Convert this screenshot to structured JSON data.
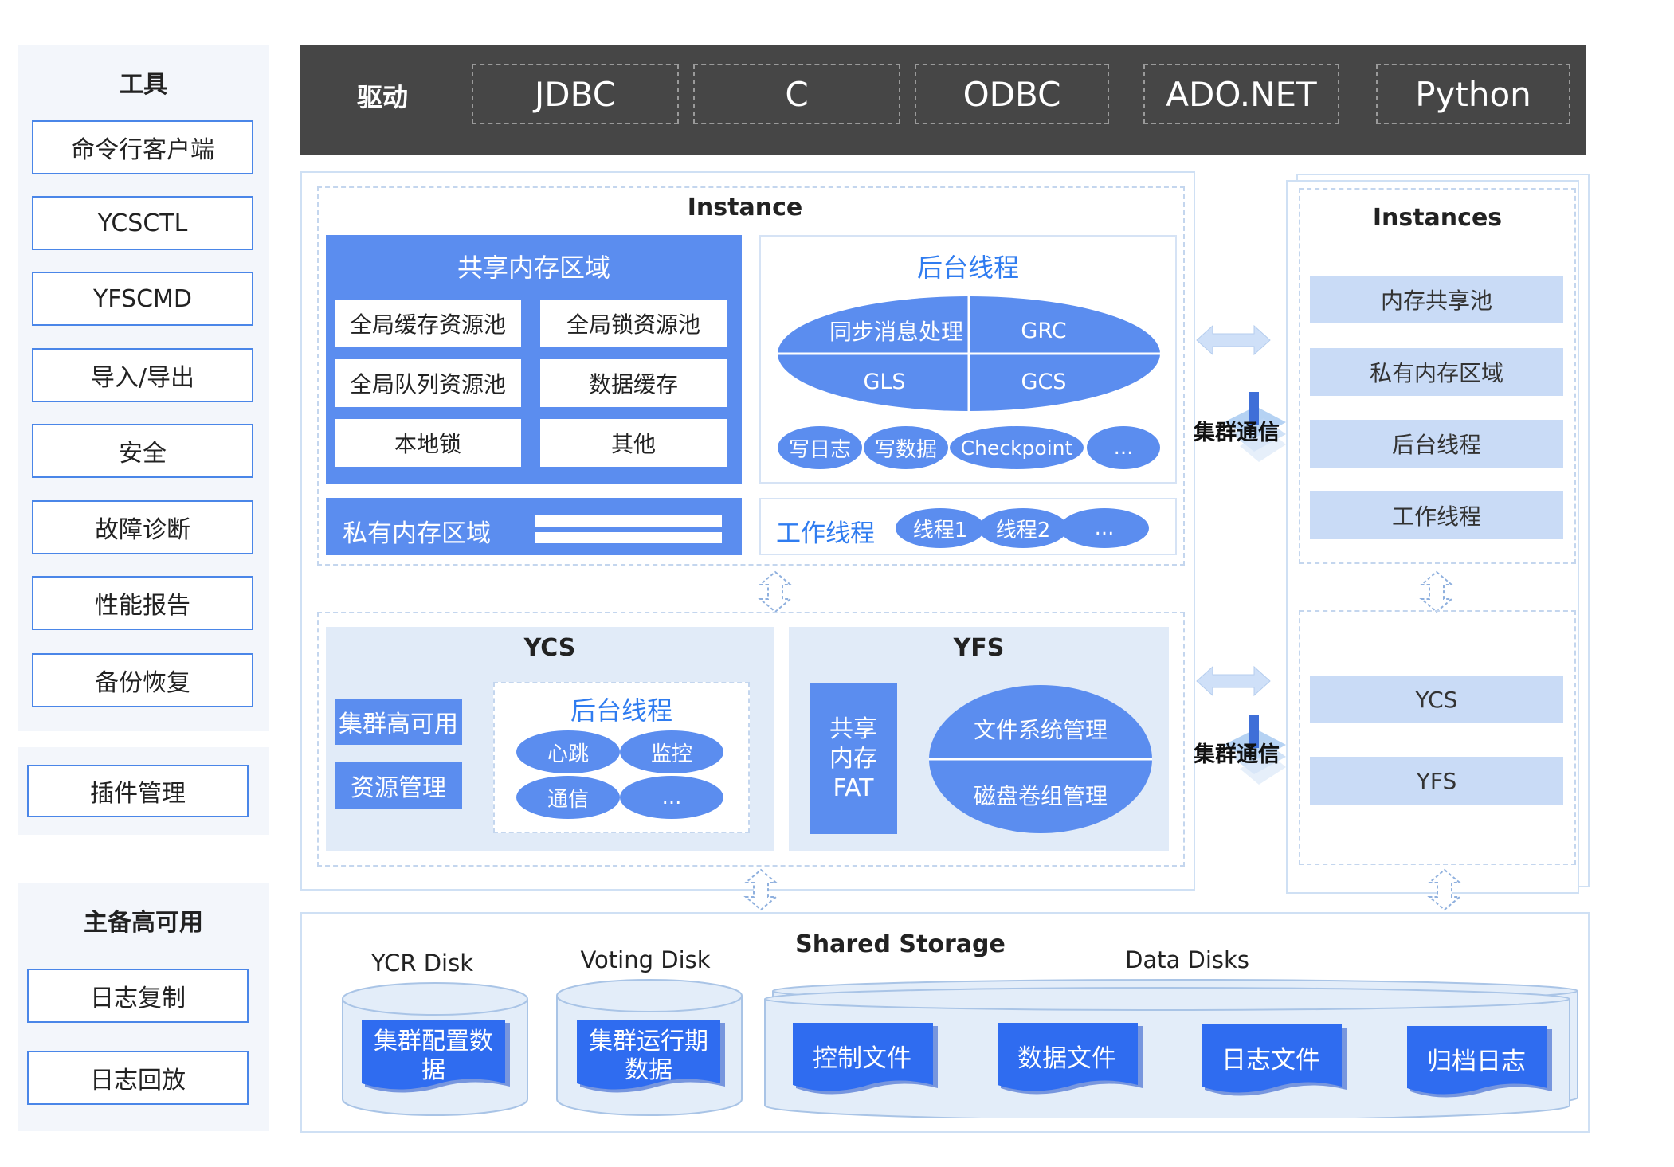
{
  "tools": {
    "title": "工具",
    "items": [
      "命令行客户端",
      "YCSCTL",
      "YFSCMD",
      "导入/导出",
      "安全",
      "故障诊断",
      "性能报告",
      "备份恢复"
    ]
  },
  "plugins": {
    "label": "插件管理"
  },
  "ha": {
    "title": "主备高可用",
    "items": [
      "日志复制",
      "日志回放"
    ]
  },
  "drivers": {
    "title": "驱动",
    "items": [
      "JDBC",
      "C",
      "ODBC",
      "ADO.NET",
      "Python"
    ]
  },
  "instance": {
    "title": "Instance",
    "shared_memory": {
      "title": "共享内存区域",
      "items": [
        "全局缓存资源池",
        "全局锁资源池",
        "全局队列资源池",
        "数据缓存",
        "本地锁",
        "其他"
      ]
    },
    "private_memory": {
      "title": "私有内存区域"
    },
    "background": {
      "title": "后台线程",
      "quadrants": [
        "同步消息处理",
        "GRC",
        "GLS",
        "GCS"
      ],
      "pills": [
        "写日志",
        "写数据",
        "Checkpoint",
        "..."
      ]
    },
    "worker": {
      "title": "工作线程",
      "pills": [
        "线程1",
        "线程2",
        "..."
      ]
    },
    "ycs": {
      "title": "YCS",
      "left": [
        "集群高可用",
        "资源管理"
      ],
      "bg_title": "后台线程",
      "bg_pills": [
        "心跳",
        "监控",
        "通信",
        "..."
      ]
    },
    "yfs": {
      "title": "YFS",
      "fat": "共享\n内存\nFAT",
      "ellipse_top": "文件系统管理",
      "ellipse_bottom": "磁盘卷组管理"
    }
  },
  "cluster_comm": [
    "集群通信",
    "集群通信"
  ],
  "instances": {
    "title": "Instances",
    "upper": [
      "内存共享池",
      "私有内存区域",
      "后台线程",
      "工作线程"
    ],
    "lower": [
      "YCS",
      "YFS"
    ]
  },
  "storage": {
    "title": "Shared Storage",
    "ycr_disk": {
      "label": "YCR Disk",
      "content": "集群配置数\n据"
    },
    "voting_disk": {
      "label": "Voting Disk",
      "content": "集群运行期\n数据"
    },
    "data_disks": {
      "label": "Data Disks",
      "files": [
        "控制文件",
        "数据文件",
        "日志文件",
        "归档日志"
      ]
    }
  },
  "colors": {
    "accent": "#5b8def",
    "dark_bar": "#464646",
    "light_blue": "#c9dbf6",
    "pale": "#e1ebf8"
  }
}
